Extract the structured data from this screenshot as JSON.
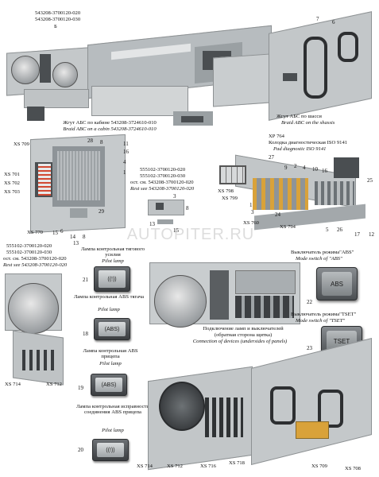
{
  "header": {
    "part_line1": "543208-3700120-020",
    "part_line2": "543208-3700120-030",
    "view_letter": "Б"
  },
  "cab_harness": {
    "ru": "Жгут АБС по кабине 543208-3724610-010",
    "en": "Braid ABC on a cabin 543208-3724610-010"
  },
  "chassis_harness": {
    "ru": "Жгут АБС по шасси",
    "en": "Braid ABC on the shassis",
    "callouts": [
      "7",
      "6"
    ]
  },
  "diag_connector": {
    "code": "ХР 764",
    "ru": "Колодка диагностическая ISO 9141",
    "en": "Pad diagnostic ISO 9141"
  },
  "abs_unit": {
    "callouts_top": [
      "28",
      "8",
      "11",
      "16",
      "4",
      "1"
    ],
    "callouts_bottom": [
      "15",
      "6",
      "14",
      "8",
      "13",
      "29"
    ],
    "xs_left": [
      "XS 709",
      "XS 701",
      "XS 702",
      "XS 703"
    ],
    "xs_bottom": "XS 770"
  },
  "middle_parts": {
    "line1": "555102-3700120-020",
    "line2": "555102-3700120-030",
    "line3": "ост. см. 543208-3700120-020",
    "line4": "Rest see 543208-3700120-020",
    "callouts": [
      "3",
      "8",
      "13",
      "15"
    ]
  },
  "relay_block": {
    "callouts_top": [
      "27",
      "9",
      "2",
      "4",
      "10",
      "16",
      "25"
    ],
    "callouts_bottom": [
      "1",
      "3",
      "24",
      "5",
      "26",
      "17",
      "12"
    ],
    "xs": [
      "XS 798",
      "XS 799",
      "XS 760",
      "XS 794"
    ]
  },
  "left_block": {
    "line1": "555102-3700120-020",
    "line2": "555102-3700120-030",
    "line3": "ост. см. 543208-3700120-020",
    "line4": "Rest see 543208-3700120-020"
  },
  "lamps": [
    {
      "num": "21",
      "ru": "Лампа контрольная тягового усилия",
      "en": "Pilot lamp",
      "glyph": "((!))"
    },
    {
      "num": "18",
      "ru": "Лампа контрольная ABS тягача",
      "en": "Pilot lamp",
      "glyph": "(ABS)"
    },
    {
      "num": "19",
      "ru": "Лампа контрольная ABS прицепа",
      "en": "Pilot lamp",
      "glyph": "(ABS)"
    },
    {
      "num": "20",
      "ru": "Лампа контрольная исправности соединения ABS прицепа",
      "en": "Pilot lamp",
      "glyph": "((!))"
    }
  ],
  "switches": [
    {
      "num": "22",
      "ru": "Выключатель режима\"ABS\"",
      "en": "Mode switch of \"ABS\"",
      "label": "ABS"
    },
    {
      "num": "23",
      "ru": "Выключатель режима\"TSET\"",
      "en": "Mode switch of \"TSET\"",
      "label": "TSET"
    }
  ],
  "connection_note": {
    "ru1": "Подключение ламп и выключателей",
    "ru2": "(обратная сторона щитка)",
    "en": "Connection of devices (undersides of panels)"
  },
  "bottom_left_xs": [
    "XS 714",
    "XS 712"
  ],
  "bottom_center_xs": [
    "XS 714",
    "XS 712",
    "XS 716",
    "XS 718"
  ],
  "bottom_right_xs": [
    "XS 709",
    "XS 708"
  ],
  "watermark": "AUTOPITER.RU"
}
